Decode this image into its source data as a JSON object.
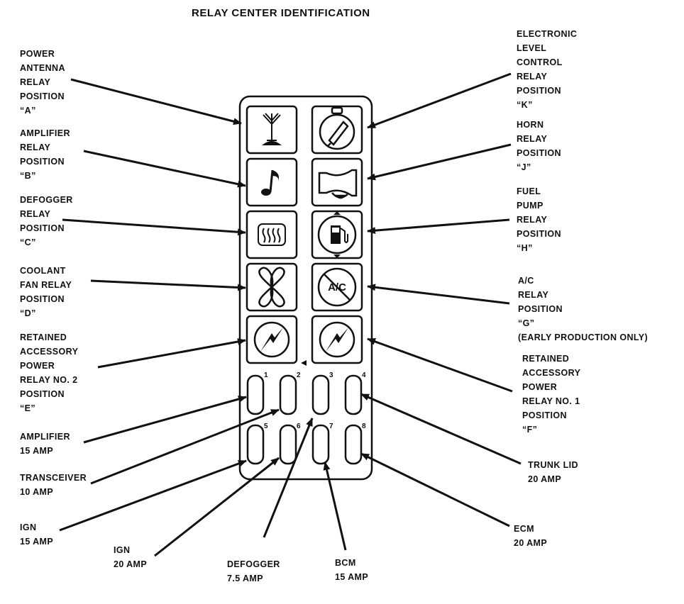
{
  "title": "RELAY CENTER IDENTIFICATION",
  "labels": {
    "power_antenna": "POWER\nANTENNA\nRELAY\nPOSITION\n“A”",
    "amplifier_relay": "AMPLIFIER\nRELAY\nPOSITION\n“B”",
    "defogger_relay": "DEFOGGER\nRELAY\nPOSITION\n“C”",
    "coolant_fan": "COOLANT\nFAN RELAY\nPOSITION\n“D”",
    "retained_2": "RETAINED\nACCESSORY\nPOWER\nRELAY NO. 2\nPOSITION\n“E”",
    "amplifier_fuse": "AMPLIFIER\n15 AMP",
    "transceiver_fuse": "TRANSCEIVER\n10 AMP",
    "ign15_fuse": "IGN\n15 AMP",
    "ign20_fuse": "IGN\n20 AMP",
    "defogger_fuse": "DEFOGGER\n7.5 AMP",
    "bcm_fuse": "BCM\n15 AMP",
    "ecm_fuse": "ECM\n20 AMP",
    "trunk_fuse": "TRUNK LID\n20 AMP",
    "elc_relay": "ELECTRONIC\nLEVEL\nCONTROL\nRELAY\nPOSITION\n“K”",
    "horn_relay": "HORN\nRELAY\nPOSITION\n“J”",
    "fuel_pump": "FUEL\nPUMP\nRELAY\nPOSITION\n“H”",
    "ac_relay": "A/C\nRELAY\nPOSITION\n“G”\n(EARLY PRODUCTION ONLY)",
    "retained_1": "RETAINED\nACCESSORY\nPOWER\nRELAY NO. 1\nPOSITION\n“F”"
  },
  "fuse_numbers": [
    "1",
    "2",
    "3",
    "4",
    "5",
    "6",
    "7",
    "8"
  ],
  "ac_icon_text": "A/C",
  "icons": [
    "antenna-icon",
    "music-note-icon",
    "rear-defogger-icon",
    "fan-icon",
    "lightning-icon",
    "level-gauge-icon",
    "horn-icon",
    "fuel-pump-icon",
    "ac-icon",
    "lightning-icon"
  ]
}
